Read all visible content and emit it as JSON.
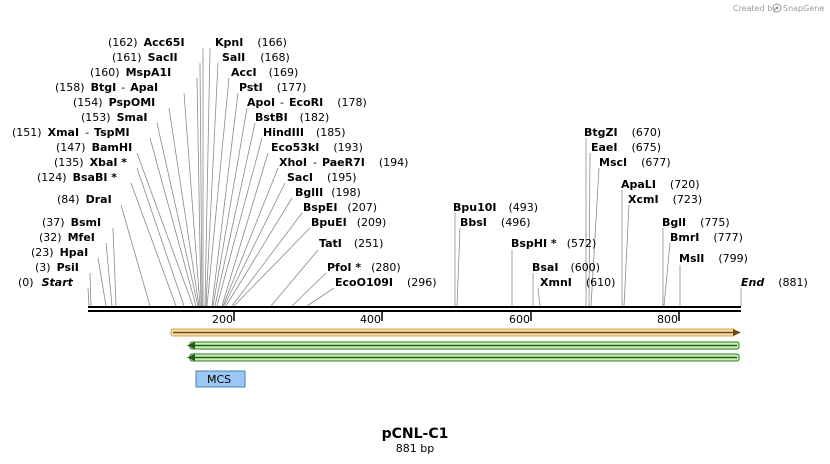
{
  "credit": {
    "prefix": "Created by",
    "brand": "SnapGene"
  },
  "plasmid": {
    "name": "pCNL-C1",
    "size": "881 bp",
    "length": 881
  },
  "axis": {
    "ticks": [
      "200",
      "400",
      "600",
      "800"
    ],
    "tick_values": [
      200,
      400,
      600,
      800
    ]
  },
  "ends": {
    "start": {
      "label": "Start",
      "pos": "(0)"
    },
    "end": {
      "label": "End",
      "pos": "(881)"
    }
  },
  "sites_left": [
    {
      "parts": [
        "(162)",
        "Acc65I",
        "KpnI",
        "(166)"
      ]
    },
    {
      "parts": [
        "(161)",
        "SacII",
        "SalI",
        "(168)"
      ]
    },
    {
      "parts": [
        "(160)",
        "MspA1I",
        "AccI",
        "(169)"
      ]
    },
    {
      "parts": [
        "(158)",
        "BtgI",
        "-",
        "ApaI",
        "PstI",
        "(177)"
      ]
    },
    {
      "parts": [
        "(154)",
        "PspOMI",
        "ApoI",
        "-",
        "EcoRI",
        "(178)"
      ]
    },
    {
      "parts": [
        "(153)",
        "SmaI",
        "BstBI",
        "(182)"
      ]
    },
    {
      "parts": [
        "(151)",
        "XmaI",
        "-",
        "TspMI",
        "HindIII",
        "(185)"
      ]
    },
    {
      "parts": [
        "(147)",
        "BamHI",
        "Eco53kI",
        "(193)"
      ]
    },
    {
      "parts": [
        "(135)",
        "XbaI *",
        "XhoI",
        "-",
        "PaeR7I",
        "(194)"
      ]
    },
    {
      "parts": [
        "(124)",
        "BsaBI *",
        "SacI",
        "(195)"
      ]
    },
    {
      "parts": [
        "(84)",
        "DraI",
        "BglII",
        "(198)"
      ]
    },
    {
      "parts": [
        "BspEI",
        "(207)"
      ]
    },
    {
      "parts": [
        "(37)",
        "BsmI",
        "BpuEI",
        "(209)"
      ]
    },
    {
      "parts": [
        "(32)",
        "MfeI"
      ]
    },
    {
      "parts": [
        "TatI",
        "(251)"
      ]
    },
    {
      "parts": [
        "(23)",
        "HpaI"
      ]
    },
    {
      "parts": [
        "(3)",
        "PsiI",
        "PfoI *",
        "(280)"
      ]
    },
    {
      "parts": [
        "EcoO109I",
        "(296)"
      ]
    }
  ],
  "sites_mid": [
    {
      "name": "Bpu10I",
      "pos": "(493)"
    },
    {
      "name": "BbsI",
      "pos": "(496)"
    },
    {
      "name": "BspHI *",
      "pos": "(572)"
    },
    {
      "name": "BsaI",
      "pos": "(600)"
    },
    {
      "name": "XmnI",
      "pos": "(610)"
    }
  ],
  "sites_right": [
    {
      "name": "BtgZI",
      "pos": "(670)"
    },
    {
      "name": "EaeI",
      "pos": "(675)"
    },
    {
      "name": "MscI",
      "pos": "(677)"
    },
    {
      "name": "ApaLI",
      "pos": "(720)"
    },
    {
      "name": "XcmI",
      "pos": "(723)"
    },
    {
      "name": "BglI",
      "pos": "(775)"
    },
    {
      "name": "BmrI",
      "pos": "(777)"
    },
    {
      "name": "MslI",
      "pos": "(799)"
    }
  ],
  "features": [
    {
      "name": "orange-arrow",
      "direction": "forward",
      "color": "#d9a441",
      "fill": "#f6dcb0"
    },
    {
      "name": "green-arrow-1",
      "direction": "reverse",
      "color": "#2e7d1e",
      "fill": "#c9eeb9"
    },
    {
      "name": "green-arrow-2",
      "direction": "reverse",
      "color": "#2e7d1e",
      "fill": "#c9eeb9"
    }
  ],
  "mcs": {
    "label": "MCS",
    "color": "#9cc7f2"
  }
}
